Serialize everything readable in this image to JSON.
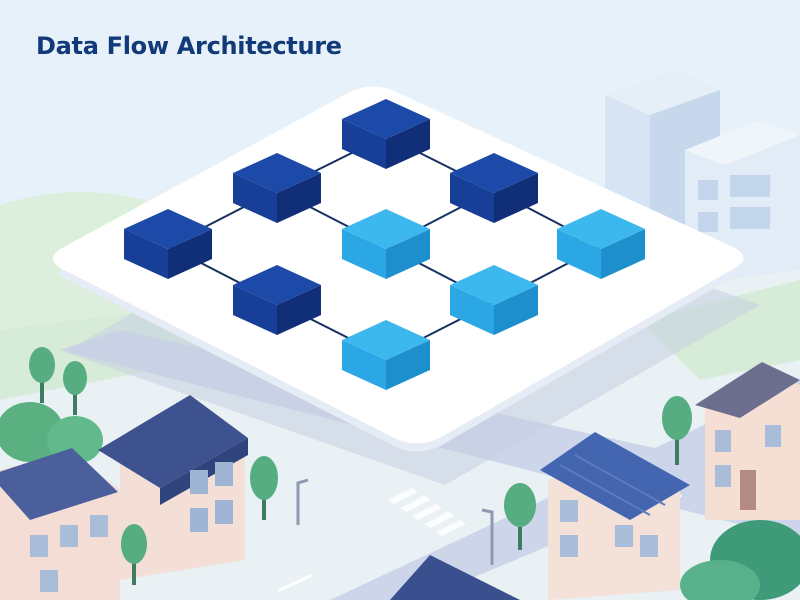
{
  "title": "Data Flow Architecture",
  "colors": {
    "sky": "#e7f1f9",
    "node_dark": "#173f98",
    "node_light": "#2aa7e4",
    "edge": "#16305f",
    "platform": "#ffffff",
    "road": "#c9d3e8",
    "grass": "#d9eed8",
    "tree": "#4ea87c"
  },
  "nodes": [
    {
      "id": "n1",
      "tone": "dark"
    },
    {
      "id": "n2",
      "tone": "dark"
    },
    {
      "id": "n3",
      "tone": "dark"
    },
    {
      "id": "n4",
      "tone": "dark"
    },
    {
      "id": "n5",
      "tone": "light"
    },
    {
      "id": "n6",
      "tone": "light"
    },
    {
      "id": "n7",
      "tone": "dark"
    },
    {
      "id": "n8",
      "tone": "light"
    },
    {
      "id": "n9",
      "tone": "light"
    }
  ],
  "edges": [
    [
      "n1",
      "n2"
    ],
    [
      "n1",
      "n3"
    ],
    [
      "n2",
      "n4"
    ],
    [
      "n2",
      "n5"
    ],
    [
      "n3",
      "n5"
    ],
    [
      "n3",
      "n6"
    ],
    [
      "n4",
      "n7"
    ],
    [
      "n5",
      "n8"
    ],
    [
      "n6",
      "n8"
    ],
    [
      "n7",
      "n9"
    ],
    [
      "n8",
      "n9"
    ]
  ]
}
